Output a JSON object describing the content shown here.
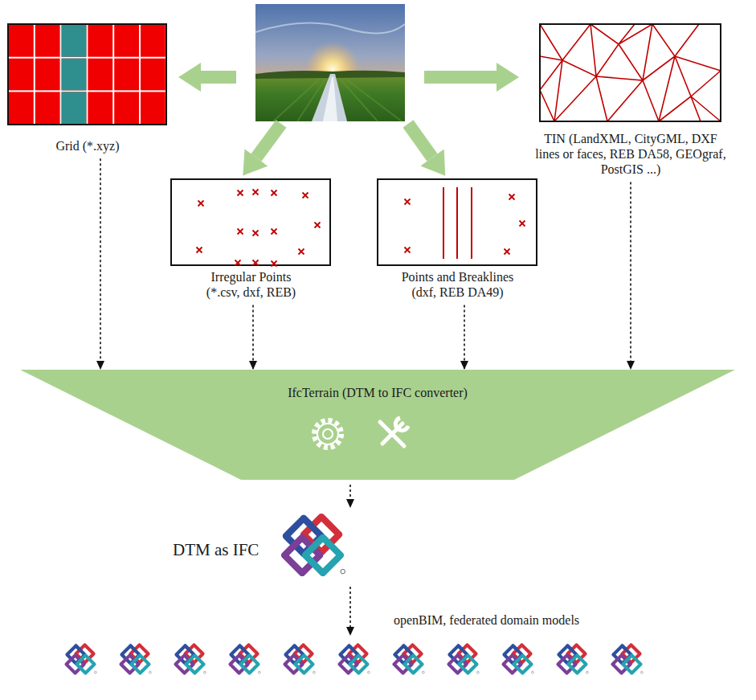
{
  "diagram": {
    "nodes": [
      {
        "text": [
          "Grid (*.xyz)"
        ]
      },
      {
        "text": [
          "Irregular Points (*.csv, dxf, REB)"
        ]
      },
      {
        "text": [
          "Points and Breaklines (dxf, REB DA49)"
        ]
      },
      {
        "text": [
          "TIN (LandXML, CityGML, DXF lines or faces, REB DA58, GEOgraf, PostGIS ...)"
        ]
      },
      {
        "text": [
          "IfcTerrain (DTM to IFC converter)"
        ]
      },
      {
        "text": [
          "DTM as IFC"
        ]
      }
    ],
    "edges": [
      {
        "from": 0,
        "to": 4,
        "arrow": "to"
      },
      {
        "from": 1,
        "to": 4,
        "arrow": "to"
      },
      {
        "from": 2,
        "to": 4,
        "arrow": "to"
      },
      {
        "from": 3,
        "to": 4,
        "arrow": "to"
      },
      {
        "from": 4,
        "to": 5,
        "arrow": "to"
      }
    ],
    "labels": [
      "openBIM, federated domain models"
    ]
  }
}
